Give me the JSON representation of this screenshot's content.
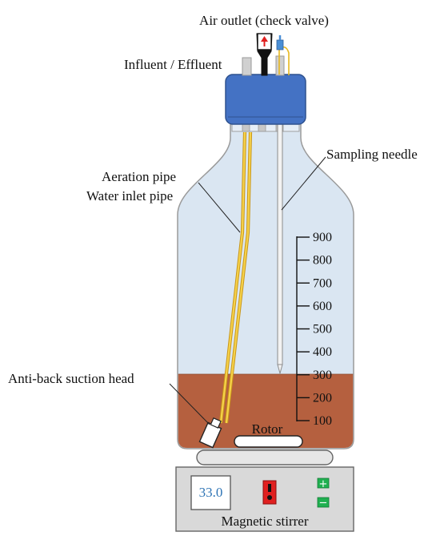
{
  "labels": {
    "air_outlet": "Air outlet (check valve)",
    "influent_effluent": "Influent / Effluent",
    "sampling_needle": "Sampling needle",
    "aeration_pipe": "Aeration pipe",
    "water_inlet_pipe": "Water inlet pipe",
    "anti_back_suction_head": "Anti-back suction head",
    "rotor": "Rotor",
    "magnetic_stirrer": "Magnetic stirrer"
  },
  "scale": {
    "ticks": [
      "900",
      "800",
      "700",
      "600",
      "500",
      "400",
      "300",
      "200",
      "100"
    ],
    "liquid_level": 300
  },
  "stirrer": {
    "display": "33.0",
    "plus_symbol": "+",
    "minus_symbol": "−"
  },
  "colors": {
    "cap": "#4472c4",
    "bottle_fill": "#dae6f2",
    "liquid": "#b5603f",
    "pipe": "#f2c21a",
    "stirrer_body": "#d9d9d9",
    "display_text": "#2e74b5",
    "switch_red": "#e02020",
    "button_green": "#20b050",
    "arrow_red": "#e02020"
  },
  "icons": {
    "switch": "power-switch-icon",
    "plus": "plus-button-icon",
    "minus": "minus-button-icon",
    "check_valve_arrow": "up-arrow-icon"
  }
}
